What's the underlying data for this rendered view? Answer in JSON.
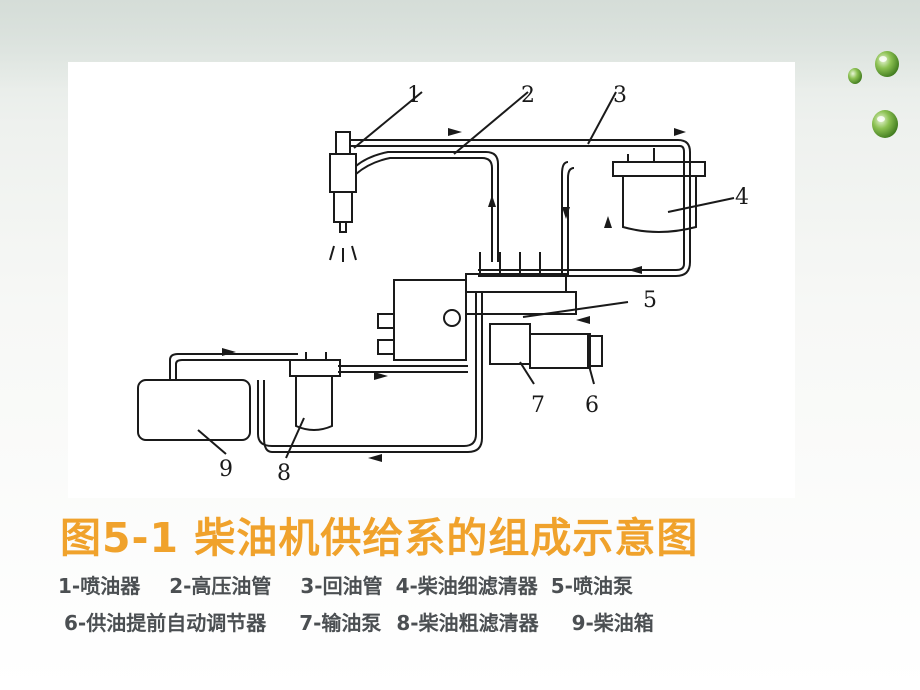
{
  "figure": {
    "callouts": [
      "1",
      "2",
      "3",
      "4",
      "5",
      "6",
      "7",
      "8",
      "9"
    ]
  },
  "caption": {
    "title": "图5-1  柴油机供给系的组成示意图",
    "legend_line1": [
      "1-喷油器",
      "2-高压油管",
      "3-回油管",
      "4-柴油细滤清器",
      "5-喷油泵"
    ],
    "legend_line2": [
      "6-供油提前自动调节器",
      "7-输油泵",
      "8-柴油粗滤清器",
      "9-柴油箱"
    ]
  },
  "colors": {
    "title": "#f0a22c",
    "legend": "#4b4f52",
    "decor_drop": "#6fa63a"
  },
  "icons": [
    "water-drop-icon"
  ]
}
